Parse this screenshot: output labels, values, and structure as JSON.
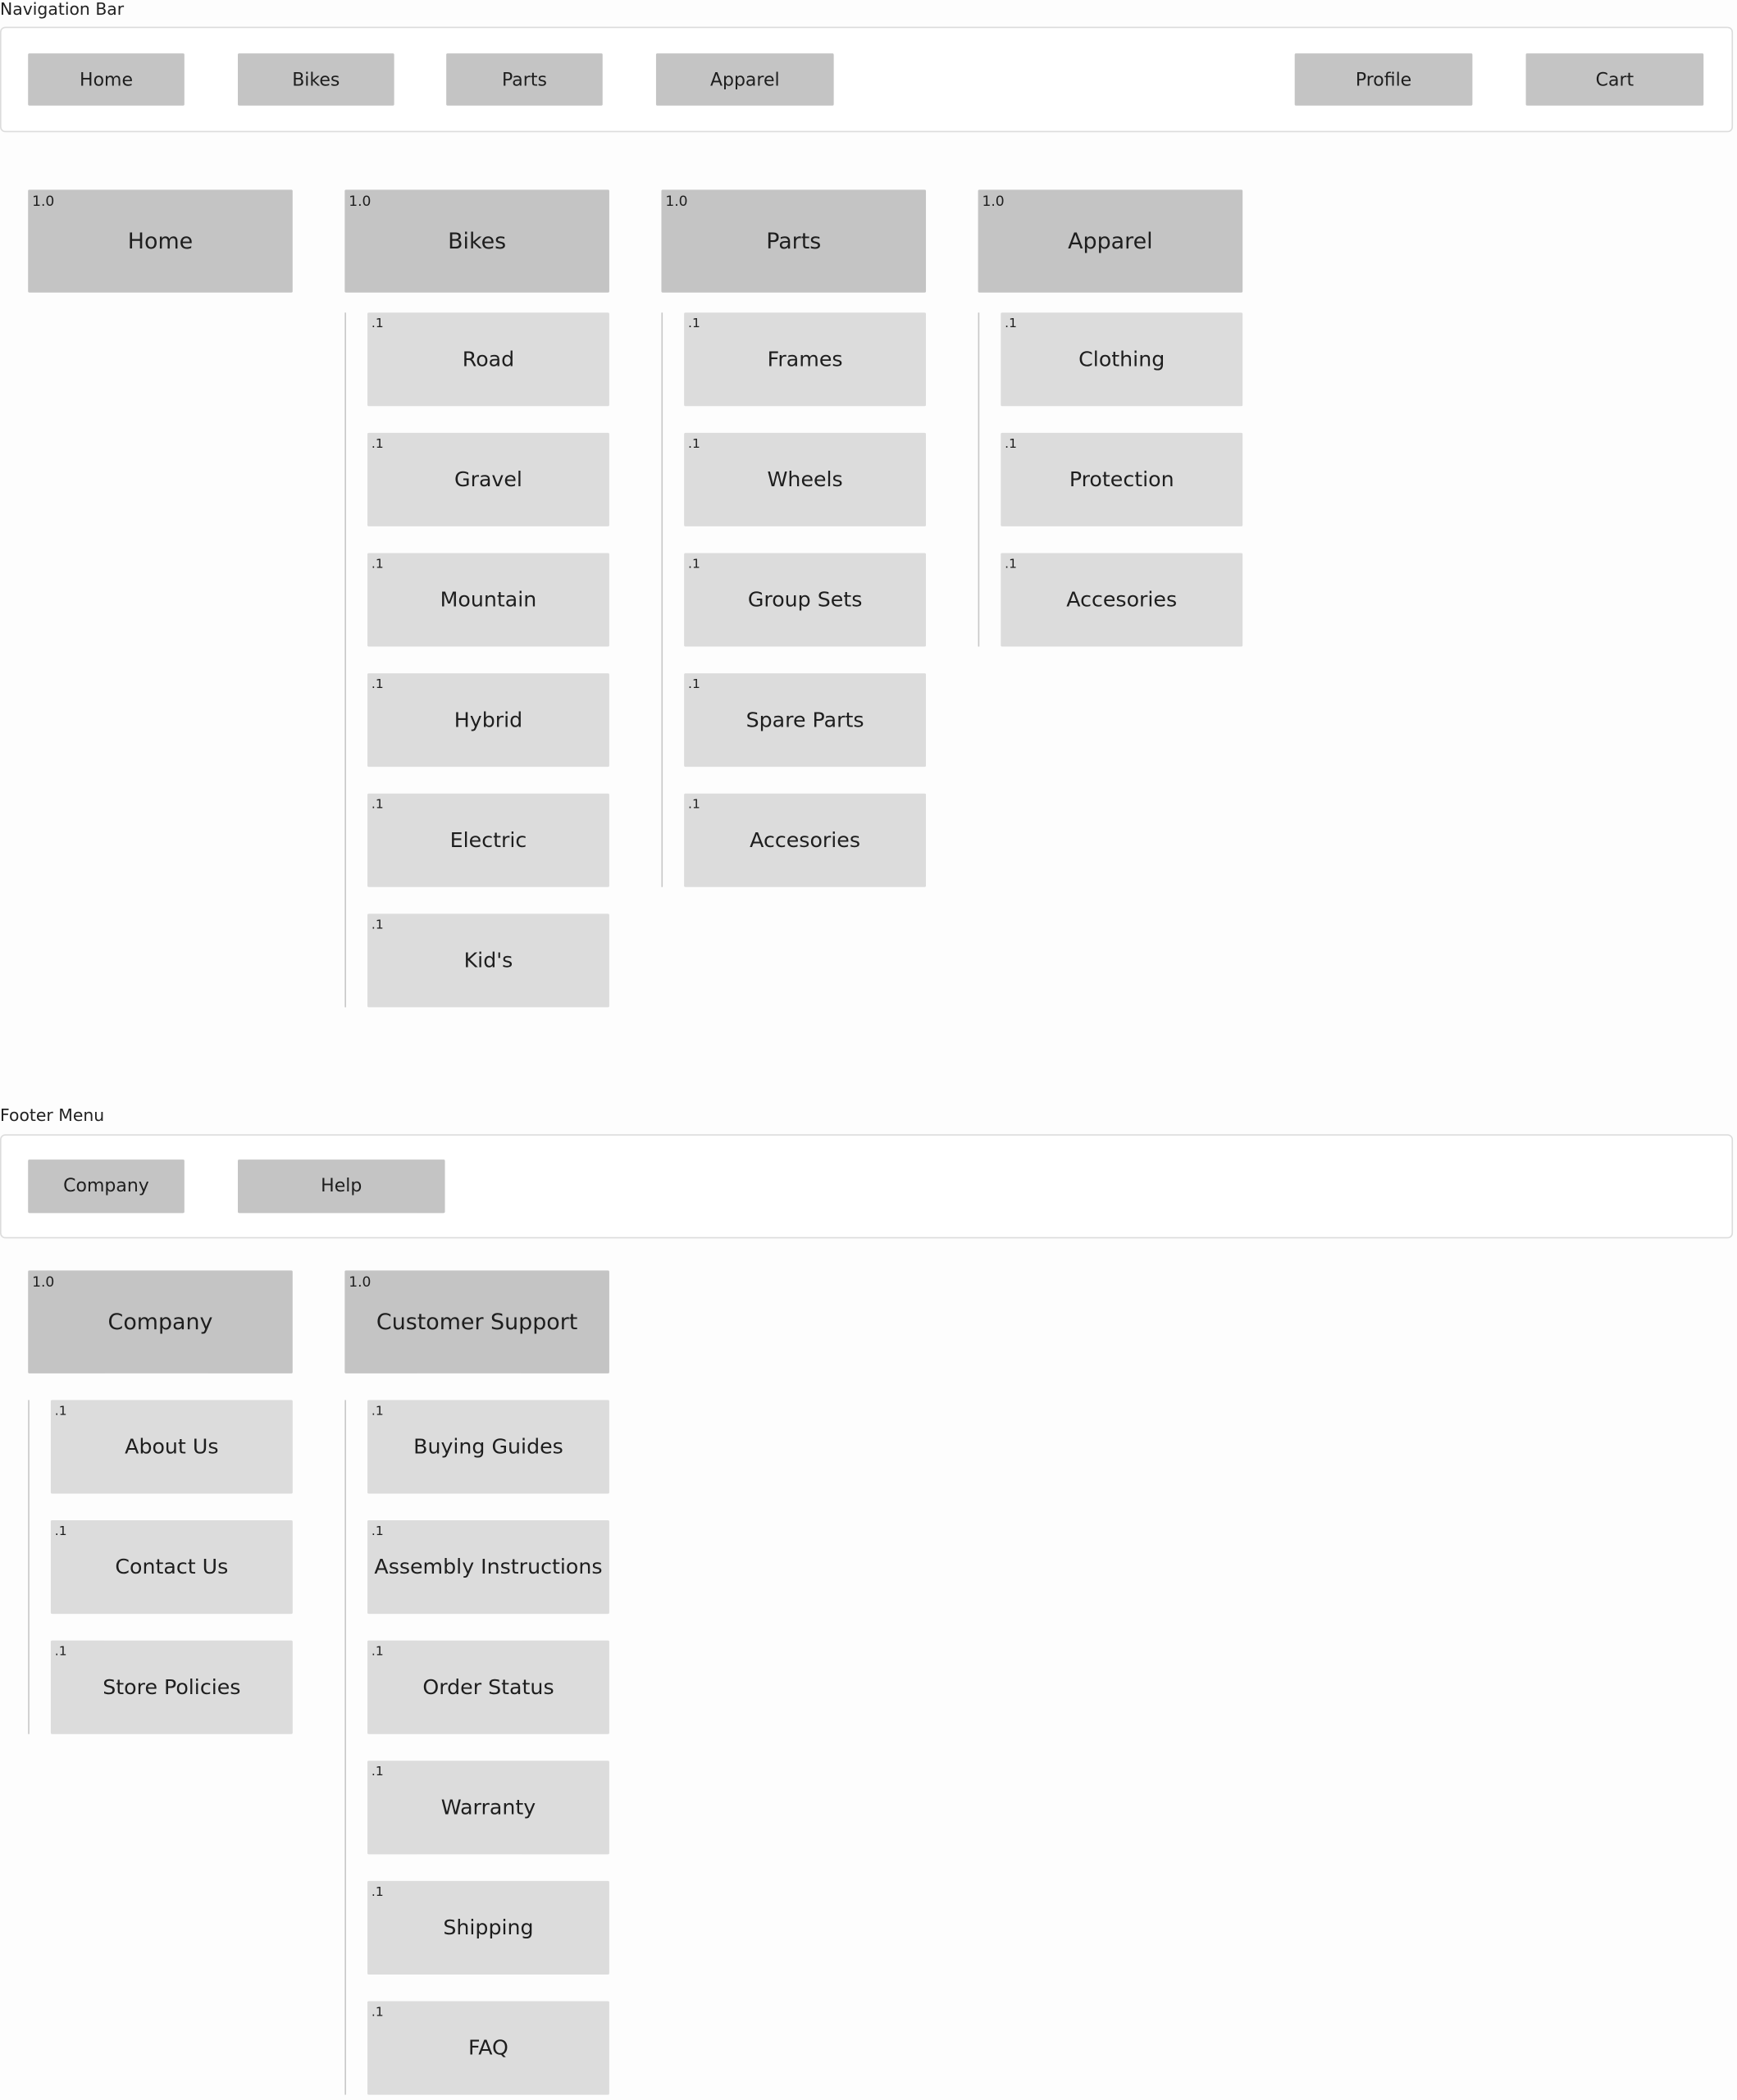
{
  "navigation_bar": {
    "label": "Navigation Bar",
    "buttons": [
      "Home",
      "Bikes",
      "Parts",
      "Apparel",
      "Profile",
      "Cart"
    ]
  },
  "nav_sitemap": [
    {
      "tag": "1.0",
      "title": "Home",
      "children": []
    },
    {
      "tag": "1.0",
      "title": "Bikes",
      "children": [
        {
          "tag": ".1",
          "label": "Road"
        },
        {
          "tag": ".1",
          "label": "Gravel"
        },
        {
          "tag": ".1",
          "label": "Mountain"
        },
        {
          "tag": ".1",
          "label": "Hybrid"
        },
        {
          "tag": ".1",
          "label": "Electric"
        },
        {
          "tag": ".1",
          "label": "Kid's"
        }
      ]
    },
    {
      "tag": "1.0",
      "title": "Parts",
      "children": [
        {
          "tag": ".1",
          "label": "Frames"
        },
        {
          "tag": ".1",
          "label": "Wheels"
        },
        {
          "tag": ".1",
          "label": "Group Sets"
        },
        {
          "tag": ".1",
          "label": "Spare Parts"
        },
        {
          "tag": ".1",
          "label": "Accesories"
        }
      ]
    },
    {
      "tag": "1.0",
      "title": "Apparel",
      "children": [
        {
          "tag": ".1",
          "label": "Clothing"
        },
        {
          "tag": ".1",
          "label": "Protection"
        },
        {
          "tag": ".1",
          "label": "Accesories"
        }
      ]
    }
  ],
  "footer_menu": {
    "label": "Footer Menu",
    "buttons": [
      "Company",
      "Help"
    ]
  },
  "footer_sitemap": [
    {
      "tag": "1.0",
      "title": "Company",
      "children": [
        {
          "tag": ".1",
          "label": "About Us"
        },
        {
          "tag": ".1",
          "label": "Contact Us"
        },
        {
          "tag": ".1",
          "label": "Store Policies"
        }
      ]
    },
    {
      "tag": "1.0",
      "title": "Customer Support",
      "children": [
        {
          "tag": ".1",
          "label": "Buying Guides"
        },
        {
          "tag": ".1",
          "label": "Assembly Instructions"
        },
        {
          "tag": ".1",
          "label": "Order Status"
        },
        {
          "tag": ".1",
          "label": "Warranty"
        },
        {
          "tag": ".1",
          "label": "Shipping"
        },
        {
          "tag": ".1",
          "label": "FAQ"
        }
      ]
    }
  ]
}
